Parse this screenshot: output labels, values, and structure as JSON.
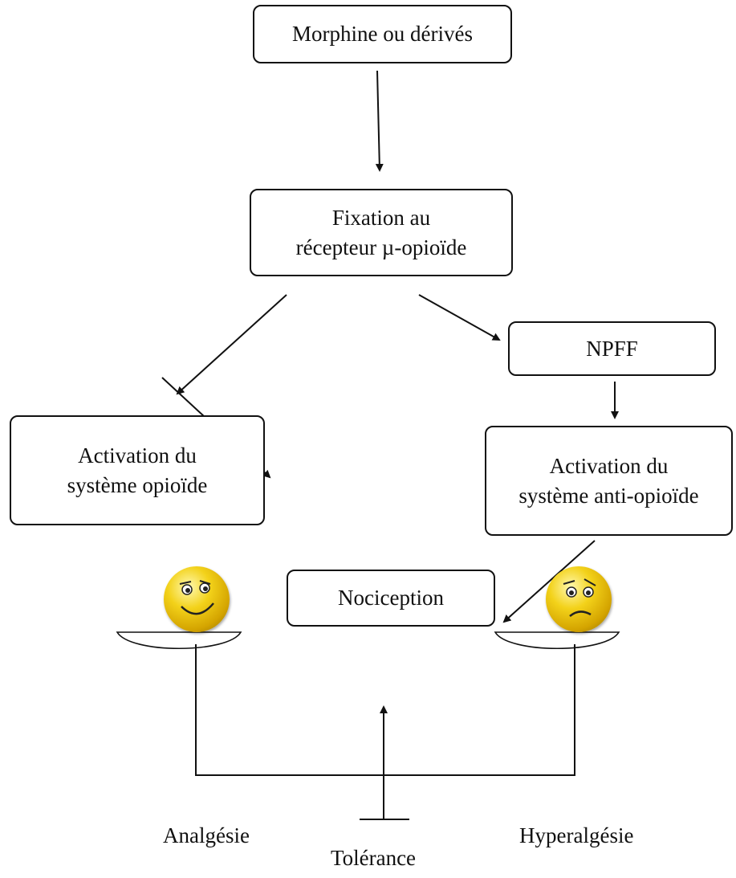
{
  "nodes": {
    "morphine": "Morphine ou dérivés",
    "fixation_line1": "Fixation au",
    "fixation_line2": "récepteur µ-opioïde",
    "npff": "NPFF",
    "opioid_line1": "Activation du",
    "opioid_line2": "système opioïde",
    "antiopioid_line1": "Activation du",
    "antiopioid_line2": "système anti-opioïde",
    "nociception": "Nociception"
  },
  "labels": {
    "analgesia": "Analgésie",
    "hyperalgesia": "Hyperalgésie",
    "tolerance": "Tolérance"
  },
  "icons": {
    "left_face": "happy-face-icon",
    "right_face": "worried-face-icon"
  },
  "colors": {
    "line": "#111111",
    "face": "#f3d21a"
  }
}
